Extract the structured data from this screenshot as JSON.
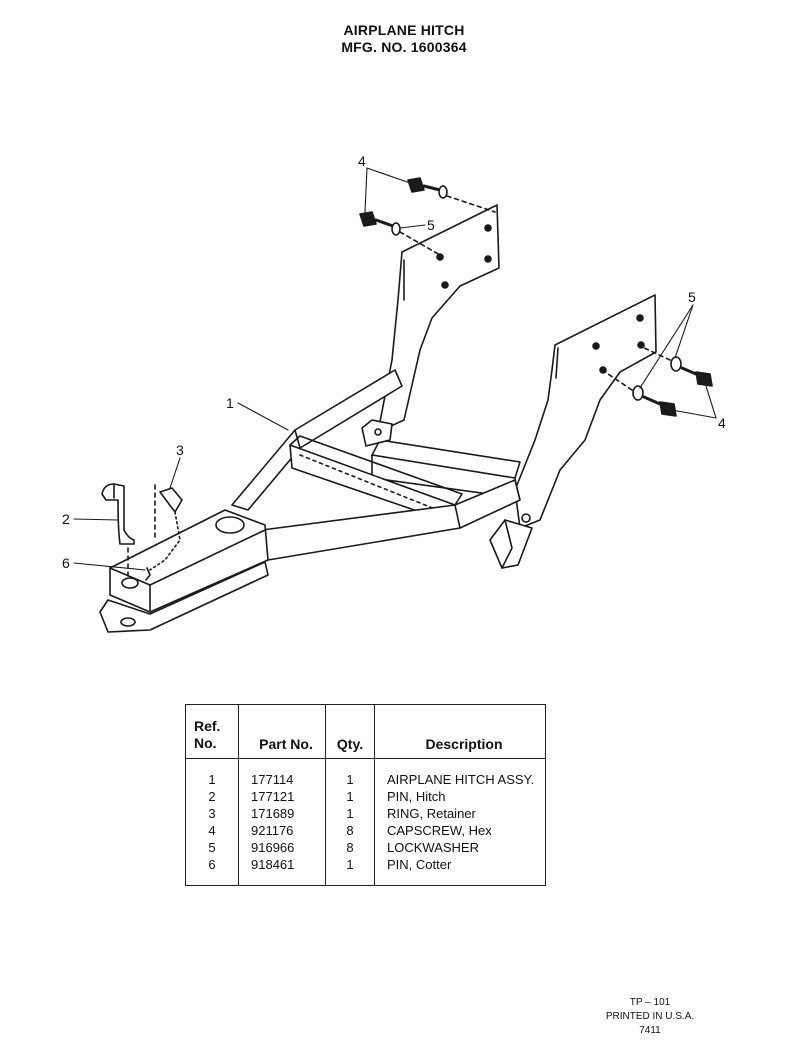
{
  "header": {
    "title_line1": "AIRPLANE HITCH",
    "title_line2": "MFG. NO. 1600364"
  },
  "callouts": {
    "c1": "1",
    "c2": "2",
    "c3": "3",
    "c4a": "4",
    "c4b": "4",
    "c5a": "5",
    "c5b": "5",
    "c6": "6"
  },
  "table": {
    "headers": {
      "ref_line1": "Ref.",
      "ref_line2": "No.",
      "part": "Part No.",
      "qty": "Qty.",
      "desc": "Description"
    },
    "rows": [
      {
        "ref": "1",
        "part": "177114",
        "qty": "1",
        "desc": "AIRPLANE HITCH ASSY."
      },
      {
        "ref": "2",
        "part": "177121",
        "qty": "1",
        "desc": "PIN, Hitch"
      },
      {
        "ref": "3",
        "part": "171689",
        "qty": "1",
        "desc": "RING, Retainer"
      },
      {
        "ref": "4",
        "part": "921176",
        "qty": "8",
        "desc": "CAPSCREW, Hex"
      },
      {
        "ref": "5",
        "part": "916966",
        "qty": "8",
        "desc": "LOCKWASHER"
      },
      {
        "ref": "6",
        "part": "918461",
        "qty": "1",
        "desc": "PIN, Cotter"
      }
    ]
  },
  "footer": {
    "line1": "TP – 101",
    "line2": "PRINTED IN U.S.A.",
    "line3": "7411"
  }
}
